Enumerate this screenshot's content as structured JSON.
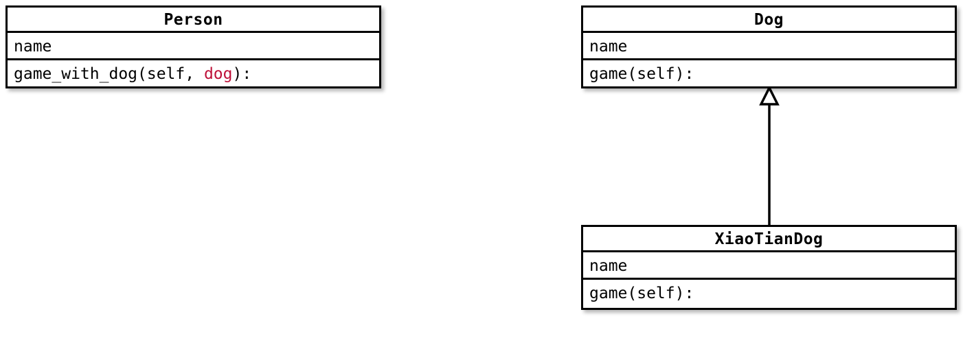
{
  "diagram": {
    "type": "uml-class-diagram",
    "title": "Person / Dog / XiaoTianDog class diagram",
    "background_color": "#ffffff",
    "line_color": "#000000",
    "highlight_color": "#be1139"
  },
  "classes": {
    "person": {
      "name": "Person",
      "attributes": [
        "name"
      ],
      "methods_prefix": "game_with_dog(self, ",
      "methods_param": "dog",
      "methods_suffix": "):"
    },
    "dog": {
      "name": "Dog",
      "attributes": [
        "name"
      ],
      "methods": [
        "game(self):"
      ]
    },
    "xiaotiandog": {
      "name": "XiaoTianDog",
      "attributes": [
        "name"
      ],
      "methods": [
        "game(self):"
      ]
    }
  },
  "relationships": [
    {
      "kind": "generalization",
      "label": "",
      "from": "XiaoTianDog",
      "to": "Dog",
      "arrow": "hollow-triangle"
    }
  ]
}
